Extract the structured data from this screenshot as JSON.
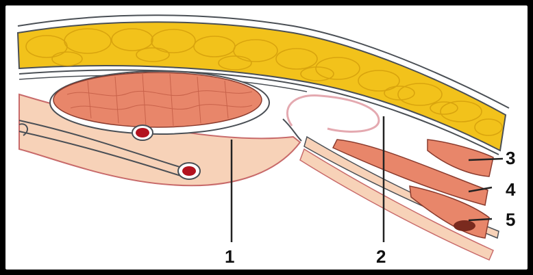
{
  "labels": {
    "l1": "1",
    "l2": "2",
    "l3": "3",
    "l4": "4",
    "l5": "5"
  },
  "colors": {
    "fat": "#f2c21b",
    "fat_dark": "#d9a40e",
    "muscle": "#e8866a",
    "muscle_light": "#f1a285",
    "fascia": "#f7d2b8",
    "vessel": "#b3121e",
    "outline": "#4a4f55",
    "membrane": "#e4a9b0",
    "leader": "#222222"
  }
}
